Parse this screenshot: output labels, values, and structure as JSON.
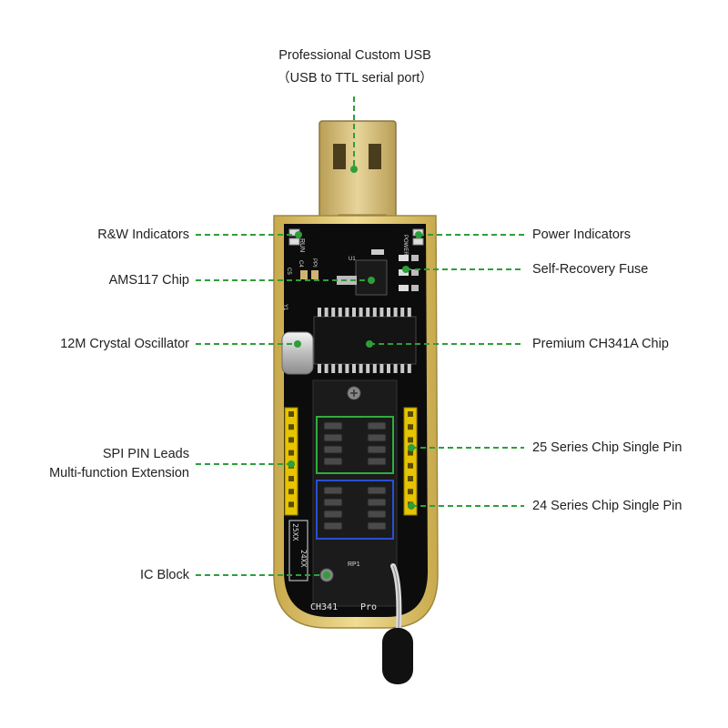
{
  "top_label": {
    "line1": "Professional Custom USB",
    "line2": "（USB to TTL serial port）"
  },
  "left_labels": {
    "rw_indicators": "R&W Indicators",
    "ams117_chip": "AMS117 Chip",
    "crystal": "12M Crystal Oscillator",
    "spi_line1": "SPI PIN Leads",
    "spi_line2": "Multi-function Extension",
    "ic_block": "IC Block"
  },
  "right_labels": {
    "power_indicators": "Power Indicators",
    "fuse": "Self-Recovery Fuse",
    "ch341a": "Premium CH341A Chip",
    "series25": "25 Series Chip Single Pin",
    "series24": "24 Series Chip Single Pin"
  },
  "board_silkscreen": {
    "run": "RUN",
    "power": "POWER",
    "ppi": "PPI",
    "c4": "C4",
    "c5": "C5",
    "u1": "U1",
    "y1": "Y1",
    "rp1": "RP1",
    "series_25xx": "25XX",
    "series_24xx": "24XX",
    "model": "CH341",
    "pro": "Pro"
  },
  "colors": {
    "leader_green": "#2e9e3a",
    "board_black": "#0c0c0c",
    "board_gold": "#d9bf6e",
    "header_yellow": "#e6c400",
    "box25_green": "#2fae3c",
    "box24_blue": "#2a4fd1"
  }
}
